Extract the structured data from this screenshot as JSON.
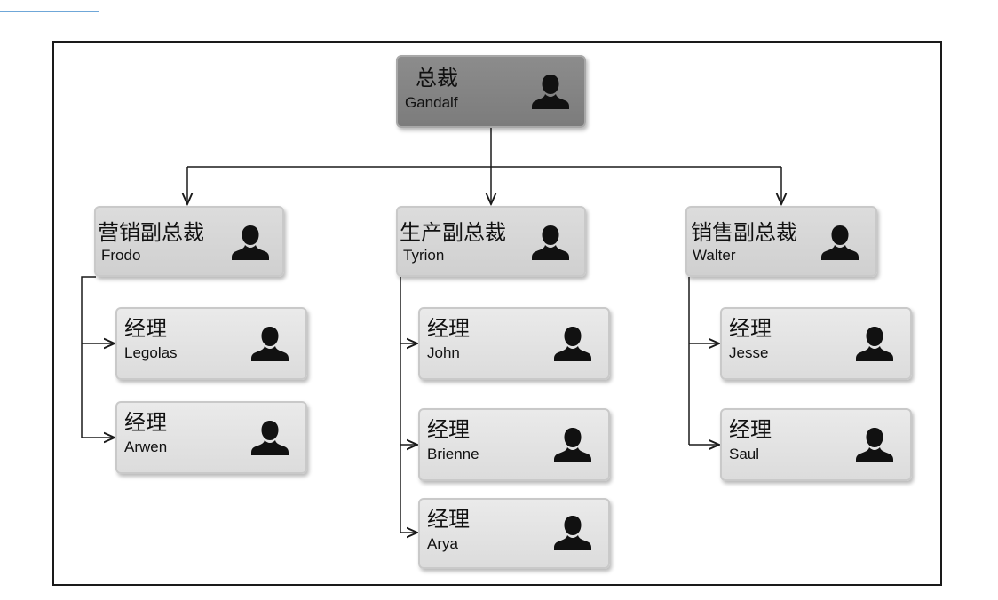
{
  "org_chart": {
    "root": {
      "title": "总裁",
      "name": "Gandalf",
      "icon": "person-icon"
    },
    "vps": [
      {
        "title": "营销副总裁",
        "name": "Frodo",
        "icon": "person-icon",
        "managers": [
          {
            "title": "经理",
            "name": "Legolas",
            "icon": "person-icon"
          },
          {
            "title": "经理",
            "name": "Arwen",
            "icon": "person-icon"
          }
        ]
      },
      {
        "title": "生产副总裁",
        "name": "Tyrion",
        "icon": "person-icon",
        "managers": [
          {
            "title": "经理",
            "name": "John",
            "icon": "person-icon"
          },
          {
            "title": "经理",
            "name": "Brienne",
            "icon": "person-icon"
          },
          {
            "title": "经理",
            "name": "Arya",
            "icon": "person-icon"
          }
        ]
      },
      {
        "title": "销售副总裁",
        "name": "Walter",
        "icon": "person-icon",
        "managers": [
          {
            "title": "经理",
            "name": "Jesse",
            "icon": "person-icon"
          },
          {
            "title": "经理",
            "name": "Saul",
            "icon": "person-icon"
          }
        ]
      }
    ]
  },
  "colors": {
    "root_fill": "#828282",
    "node_fill": "#e2e2e2",
    "connector": "#1a1a1a",
    "icon": "#111111"
  }
}
